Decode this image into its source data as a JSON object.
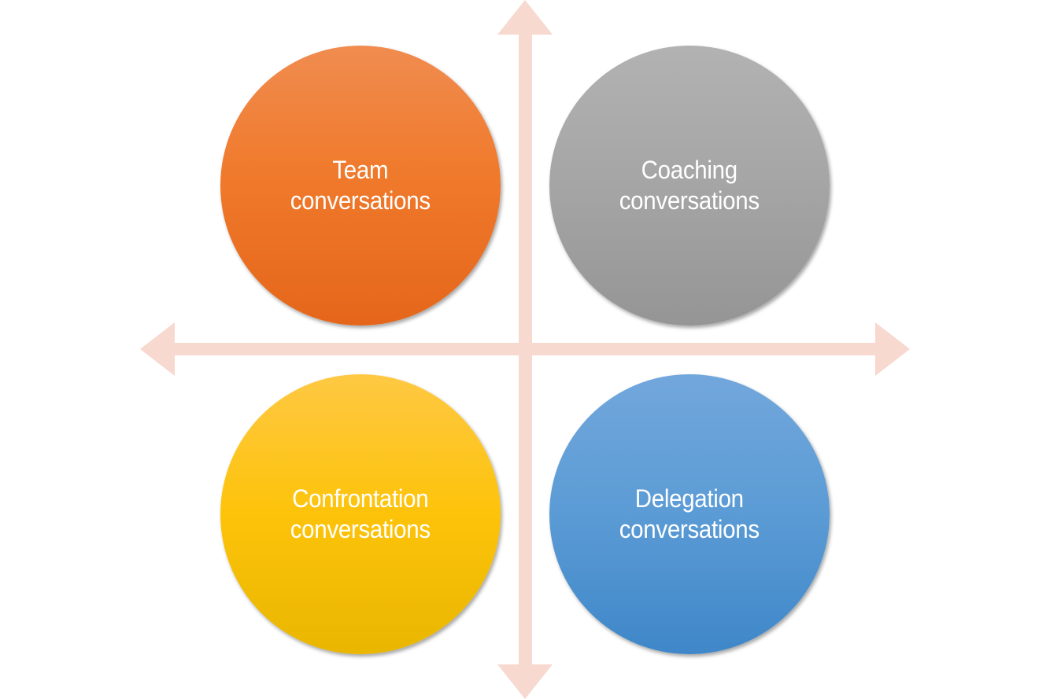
{
  "colors": {
    "axis": "#f7d9cf",
    "team": "#f07a2c",
    "coaching": "#a5a5a5",
    "confrontation": "#fdc30a",
    "delegation": "#5b9bd5",
    "label_text": "#ffffff"
  },
  "quadrants": {
    "top_left": {
      "line1": "Team",
      "line2": "conversations"
    },
    "top_right": {
      "line1": "Coaching",
      "line2": "conversations"
    },
    "bottom_left": {
      "line1": "Confrontation",
      "line2": "conversations"
    },
    "bottom_right": {
      "line1": "Delegation",
      "line2": "conversations"
    }
  },
  "axes": {
    "arrows": [
      "up",
      "down",
      "left",
      "right"
    ]
  }
}
